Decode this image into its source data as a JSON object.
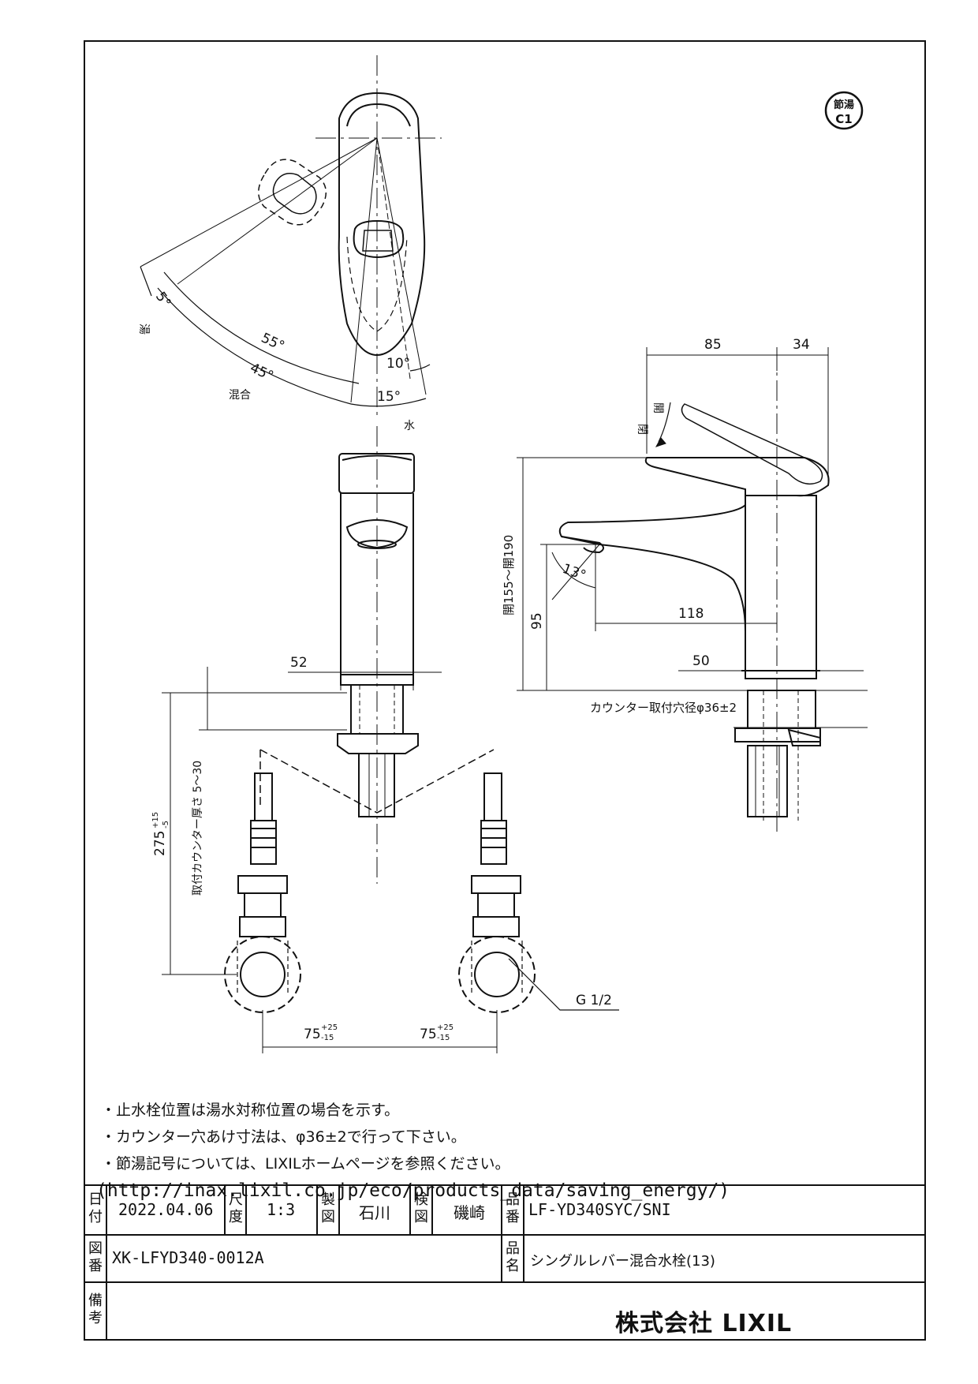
{
  "badge": {
    "line1": "節湯",
    "line2": "C1"
  },
  "top_view": {
    "label_hot": "湯",
    "label_mixed": "混合",
    "label_cold": "水",
    "angle_5": "5°",
    "angle_55": "55°",
    "angle_45": "45°",
    "angle_10": "10°",
    "angle_15": "15°"
  },
  "side_view": {
    "dim_85": "85",
    "dim_34": "34",
    "label_open": "開",
    "label_close": "閉",
    "dim_height": "開155～開190",
    "angle_13": "13°",
    "dim_95": "95",
    "dim_118": "118",
    "dim_50": "50",
    "counter_hole": "カウンター取付穴径φ36±2"
  },
  "front_view": {
    "dim_52": "52",
    "dim_275": "275",
    "dim_275_tol_plus": "+15",
    "dim_275_tol_minus": "-5",
    "counter_thickness": "取付カウンター厚さ 5～30",
    "dim_75_left": "75",
    "dim_75_right": "75",
    "tol_plus": "+25",
    "tol_minus": "-15",
    "thread": "G 1/2"
  },
  "notes": [
    "・止水栓位置は湯水対称位置の場合を示す。",
    "・カウンター穴あけ寸法は、φ36±2で行って下さい。",
    "・節湯記号については、LIXILホームページを参照ください。",
    "(http://inax.lixil.co.jp/eco/products_data/saving_energy/)"
  ],
  "title_block": {
    "date_label": "日付",
    "date": "2022.04.06",
    "scale_label": "尺度",
    "scale": "1:3",
    "drawn_label": "製図",
    "drawn": "石川",
    "checked_label": "検図",
    "checked": "磯崎",
    "product_no_label": "品番",
    "product_no": "LF-YD340SYC/SNI",
    "drawing_no_label": "図番",
    "drawing_no": "XK-LFYD340-0012A",
    "product_name_label": "品名",
    "product_name": "シングルレバー混合水栓(13)",
    "remarks_label": "備考",
    "remarks": "",
    "company": "株式会社 LIXIL"
  }
}
